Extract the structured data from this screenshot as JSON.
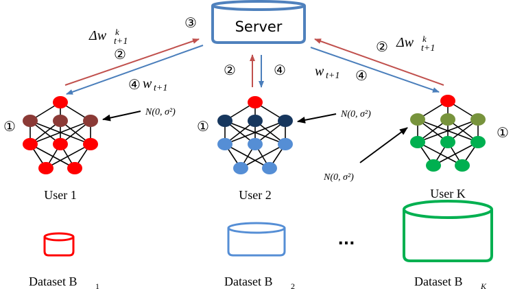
{
  "server": {
    "label": "Server"
  },
  "steps": {
    "one": "①",
    "two": "②",
    "three": "③",
    "four": "④"
  },
  "labels": {
    "delta_w_base": "Δw",
    "delta_w_sup": "k",
    "delta_w_sub": "t+1",
    "w_base": "w",
    "w_sub": "t+1",
    "noise": "N(0, σ²)",
    "ellipsis": "..."
  },
  "users": [
    {
      "name": "User 1",
      "dataset": "Dataset B",
      "dataset_sub": "1"
    },
    {
      "name": "User 2",
      "dataset": "Dataset B",
      "dataset_sub": "2"
    },
    {
      "name": "User K",
      "dataset": "Dataset B",
      "dataset_sub": "K"
    }
  ],
  "colors": {
    "server": "#4f81bd",
    "upload_arrow": "#c0504d",
    "download_arrow": "#4a7ebb",
    "output_node": "#ff0000",
    "user1_hidden": "#8b3a36",
    "user1_nodes": "#ff0000",
    "user2_hidden": "#17375e",
    "user2_nodes": "#558ed5",
    "userk_hidden": "#77933c",
    "userk_nodes": "#00b050"
  }
}
